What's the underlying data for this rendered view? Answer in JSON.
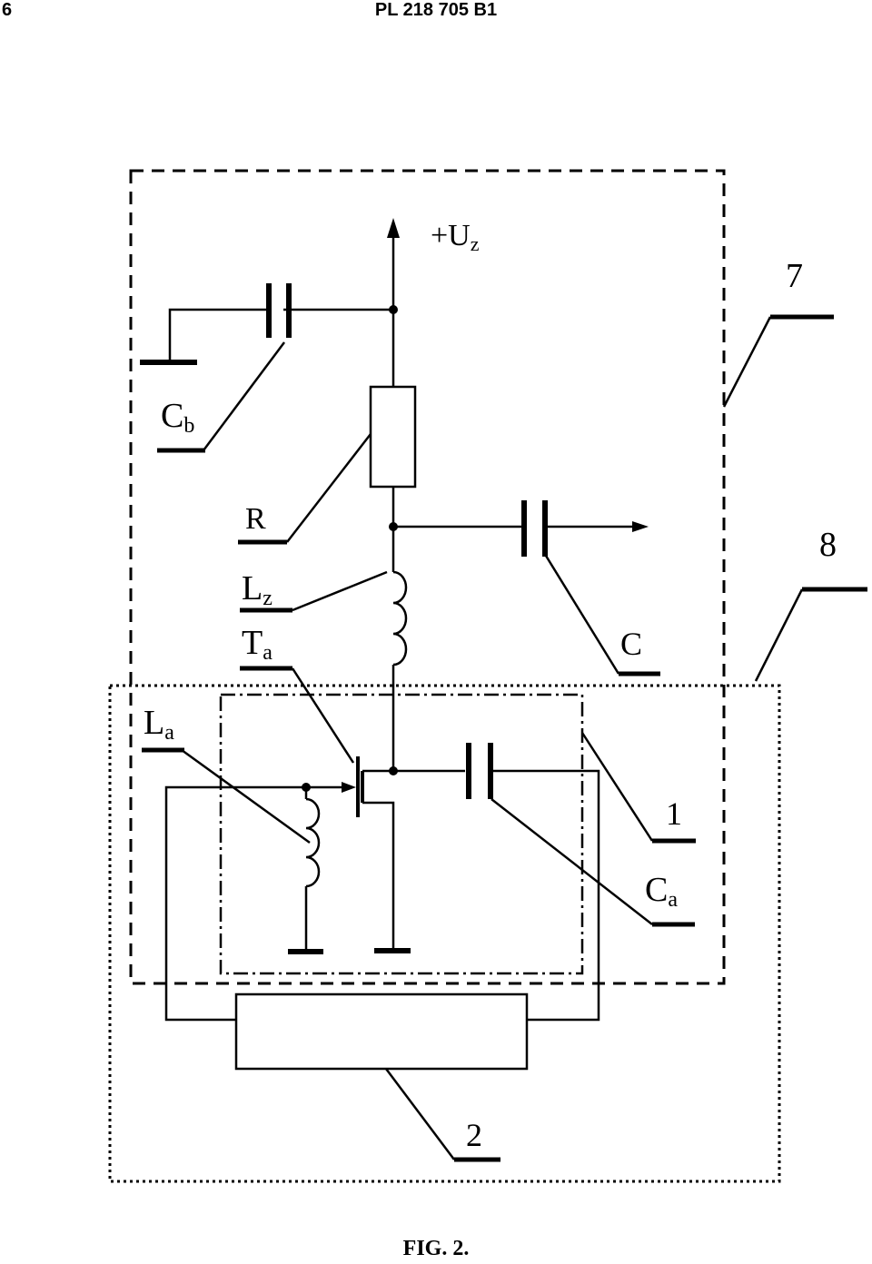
{
  "header": {
    "page_number": "6",
    "document_id": "PL 218 705 B1"
  },
  "figure": {
    "caption": "FIG. 2.",
    "labels": {
      "supply": "+U",
      "supply_sub": "z",
      "cb": "C",
      "cb_sub": "b",
      "r": "R",
      "lz": "L",
      "lz_sub": "z",
      "ta": "T",
      "ta_sub": "a",
      "la": "L",
      "la_sub": "a",
      "c": "C",
      "ca": "C",
      "ca_sub": "a",
      "ref_1": "1",
      "ref_2": "2",
      "ref_7": "7",
      "ref_8": "8"
    }
  }
}
